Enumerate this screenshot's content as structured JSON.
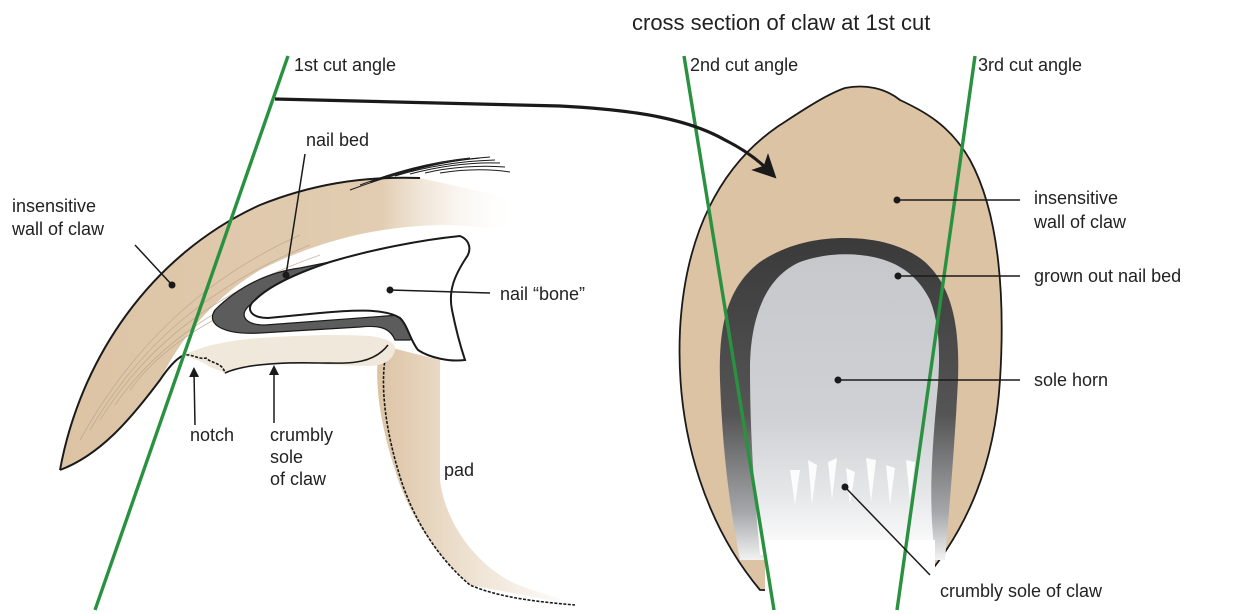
{
  "title": "cross section of claw at 1st cut",
  "cut_angles": [
    "1st cut angle",
    "2nd cut angle",
    "3rd cut angle"
  ],
  "side_view_labels": {
    "insensitive_wall": [
      "insensitive",
      "wall of claw"
    ],
    "nail_bed": "nail bed",
    "nail_bone": "nail “bone”",
    "notch": "notch",
    "crumbly_sole": [
      "crumbly",
      "sole",
      "of claw"
    ],
    "pad": "pad"
  },
  "cross_section_labels": {
    "insensitive_wall": [
      "insensitive",
      "wall of claw"
    ],
    "grown_out_nail_bed": "grown out nail bed",
    "sole_horn": "sole horn",
    "crumbly_sole": "crumbly sole of claw"
  },
  "colors": {
    "claw_wall": "#dcc3a4",
    "nail_bed": "#5c5c5c",
    "grown_out_nail_bed": "#3a3a3a",
    "sole_horn": "#c9ccd0",
    "cut_line": "#2a9140",
    "outline": "#1a1a1a"
  }
}
